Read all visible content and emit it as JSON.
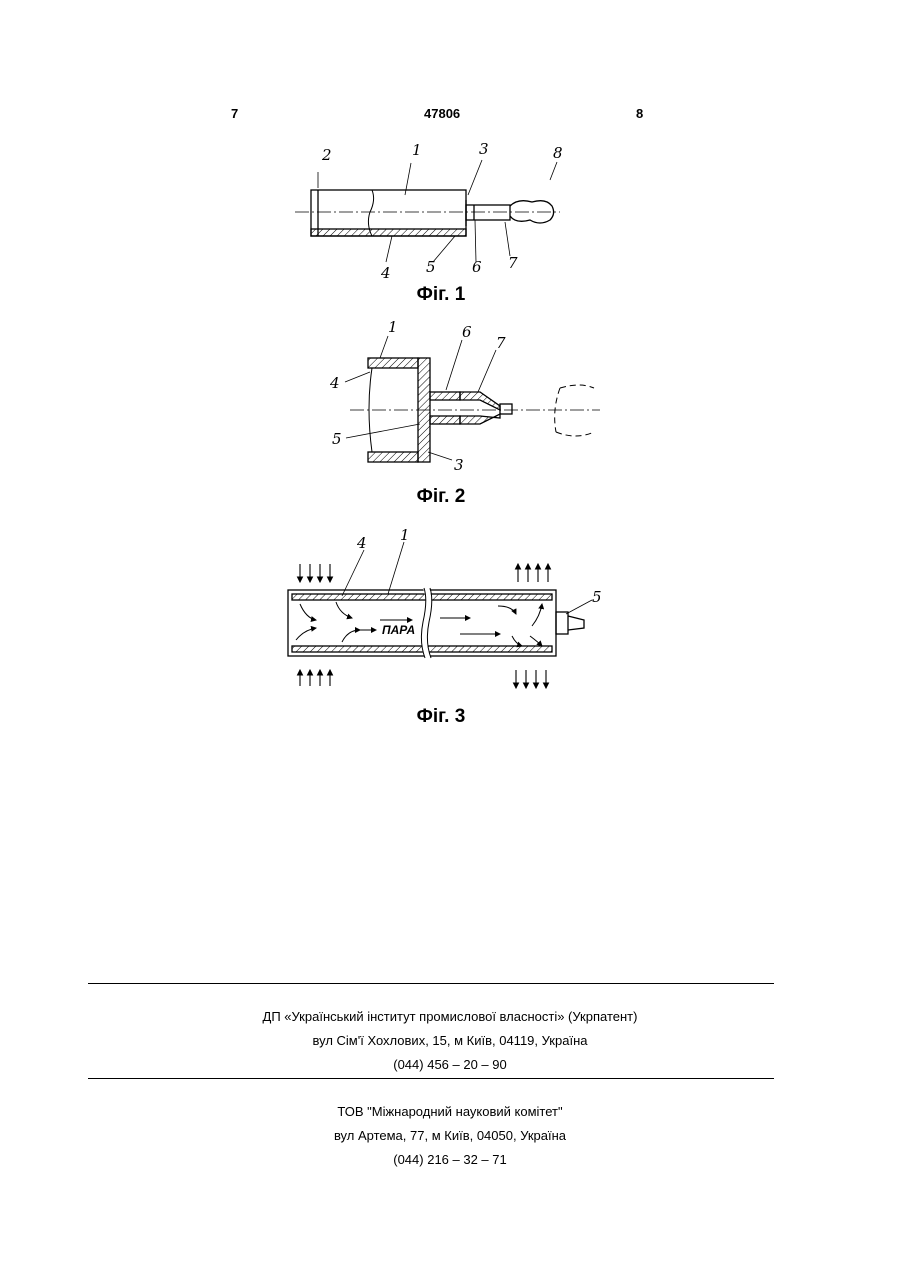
{
  "header": {
    "page_left": "7",
    "patent_no": "47806",
    "page_right": "8"
  },
  "figures": {
    "fig1": {
      "caption": "Фіг. 1",
      "labels": [
        "2",
        "1",
        "3",
        "8",
        "4",
        "5",
        "6",
        "7"
      ]
    },
    "fig2": {
      "caption": "Фіг. 2",
      "labels": [
        "1",
        "6",
        "7",
        "4",
        "5",
        "3"
      ]
    },
    "fig3": {
      "caption": "Фіг. 3",
      "labels": [
        "4",
        "1",
        "5"
      ],
      "inner_text": "ПАРА"
    }
  },
  "footer": {
    "publisher": {
      "name": "ДП «Український інститут промислової власності» (Укрпатент)",
      "address": "вул  Сім'ї Хохлових, 15, м  Київ, 04119, Україна",
      "phone": "(044) 456 – 20 –  90"
    },
    "printer": {
      "name": "ТОВ \"Міжнародний науковий комітет\"",
      "address": "вул  Артема, 77, м  Київ, 04050, Україна",
      "phone": "(044) 216 – 32 – 71"
    }
  }
}
